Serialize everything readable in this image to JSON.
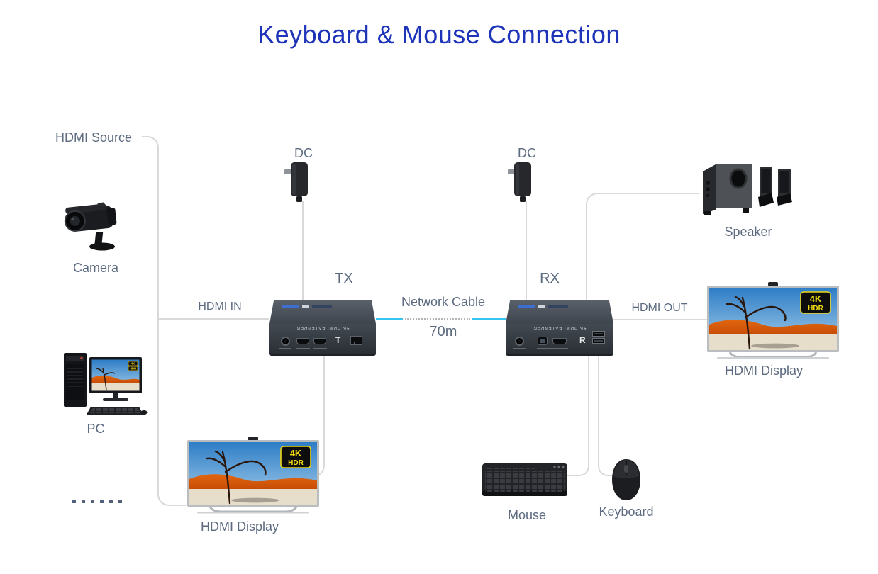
{
  "title": "Keyboard & Mouse Connection",
  "labels": {
    "hdmi_source": "HDMI Source",
    "camera": "Camera",
    "pc": "PC",
    "dc_tx": "DC",
    "dc_rx": "DC",
    "tx": "TX",
    "rx": "RX",
    "hdmi_in": "HDMI IN",
    "network_cable": "Network Cable",
    "cable_length": "70m",
    "hdmi_out": "HDMI OUT",
    "speaker": "Speaker",
    "hdmi_display_bottom": "HDMI Display",
    "hdmi_display_right": "HDMI Display",
    "mouse": "Mouse",
    "keyboard": "Keyboard"
  },
  "devices": {
    "front_label": "4K HDMI EXTENDER",
    "tx_letter": "T",
    "rx_letter": "R",
    "badge": {
      "line1": "4K",
      "line2": "HDR"
    }
  },
  "colors": {
    "title_blue": "#1d33b8",
    "label_gray_blue": "#5d6b80",
    "connector_gray": "#d9d9d9",
    "network_cable_cyan": "#35c3f2",
    "badge_yellow": "#f0d813",
    "device_dark": "#2b3036"
  }
}
